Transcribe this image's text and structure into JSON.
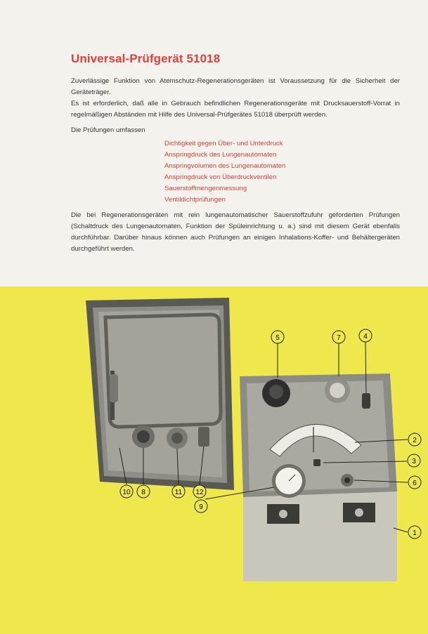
{
  "title": "Universal-Prüfgerät 51018",
  "paragraphs": {
    "p1": "Zuverlässige Funktion von Atemschutz-Regenerationsgeräten ist Voraussetzung für die Sicherheit der Geräteträger.",
    "p2": "Es ist erforderlich, daß alle in Gebrauch befindlichen Regenerationsgeräte mit Drucksauerstoff-Vorrat in regelmäßigen Abständen mit Hilfe des Universal-Prüfgerätes 51018 überprüft werden.",
    "p3": "Die Prüfungen umfassen",
    "p4": "Die bei Regenerationsgeräten mit rein lungenautomatischer Sauerstoffzufuhr geforderten Prüfungen (Schaltdruck des Lungenautomaten, Funktion der Spüleinrichtung u. a.) sind mit diesem Gerät ebenfalls durchführbar. Darüber hinaus können auch Prüfungen an einigen Inhalations-Koffer- und Behältergeräten durchgeführt werden."
  },
  "tests": [
    "Dichtigkeit gegen Über- und Unterdruck",
    "Anspringdruck des Lungenautomaten",
    "Anspringvolumen des Lungenautomaten",
    "Anspringdruck von Überdruckventilen",
    "Sauerstoffmengenmessung",
    "Ventildichtprüfungen"
  ],
  "callouts": [
    "1",
    "2",
    "3",
    "4",
    "5",
    "6",
    "7",
    "8",
    "9",
    "10",
    "11",
    "12"
  ],
  "colors": {
    "title_red": "#e0403a",
    "list_red": "#d8423b",
    "yellow": "#efe84c",
    "paper": "#f4f2ed"
  }
}
